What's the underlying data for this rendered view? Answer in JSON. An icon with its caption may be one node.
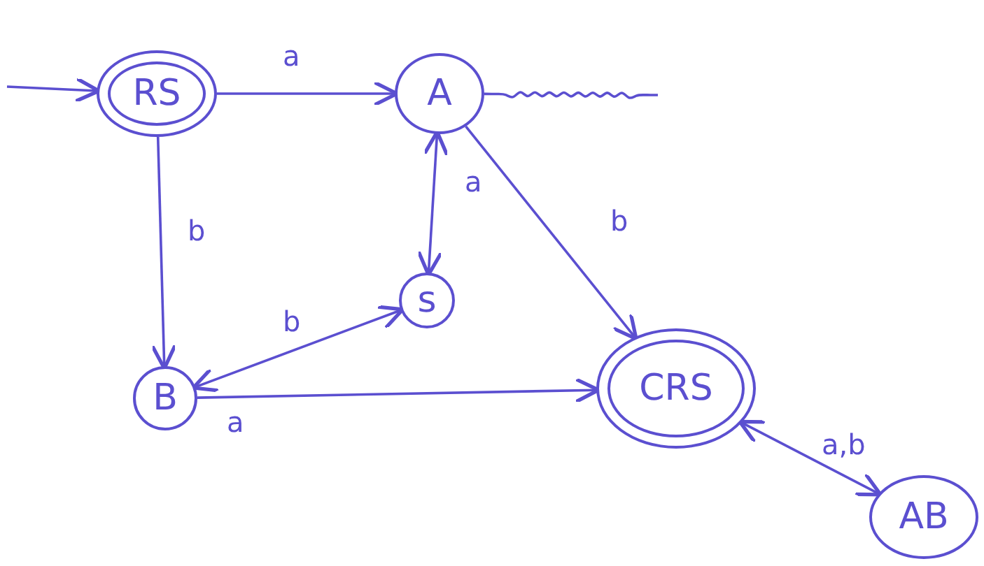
{
  "diagram": {
    "nodes": [
      {
        "text": [
          "RS"
        ]
      },
      {
        "text": [
          "A"
        ]
      },
      {
        "text": [
          "s"
        ]
      },
      {
        "text": [
          "B"
        ]
      },
      {
        "text": [
          "CRS"
        ]
      },
      {
        "text": [
          "AB"
        ]
      }
    ],
    "edges": [
      {
        "from": null,
        "to": 0,
        "arrow": "to"
      },
      {
        "from": 0,
        "to": 1,
        "arrow": "to",
        "label": "a"
      },
      {
        "from": 1,
        "to": null,
        "arrow": "none"
      },
      {
        "from": 0,
        "to": 3,
        "arrow": "to",
        "label": "b"
      },
      {
        "from": 1,
        "to": 2,
        "arrow": "both",
        "label": "a"
      },
      {
        "from": 2,
        "to": 3,
        "arrow": "both",
        "label": "b"
      },
      {
        "from": 1,
        "to": 4,
        "arrow": "to",
        "label": "b"
      },
      {
        "from": 3,
        "to": 4,
        "arrow": "to",
        "label": "a"
      },
      {
        "from": 4,
        "to": 5,
        "arrow": "both",
        "label": "a,b"
      }
    ]
  }
}
